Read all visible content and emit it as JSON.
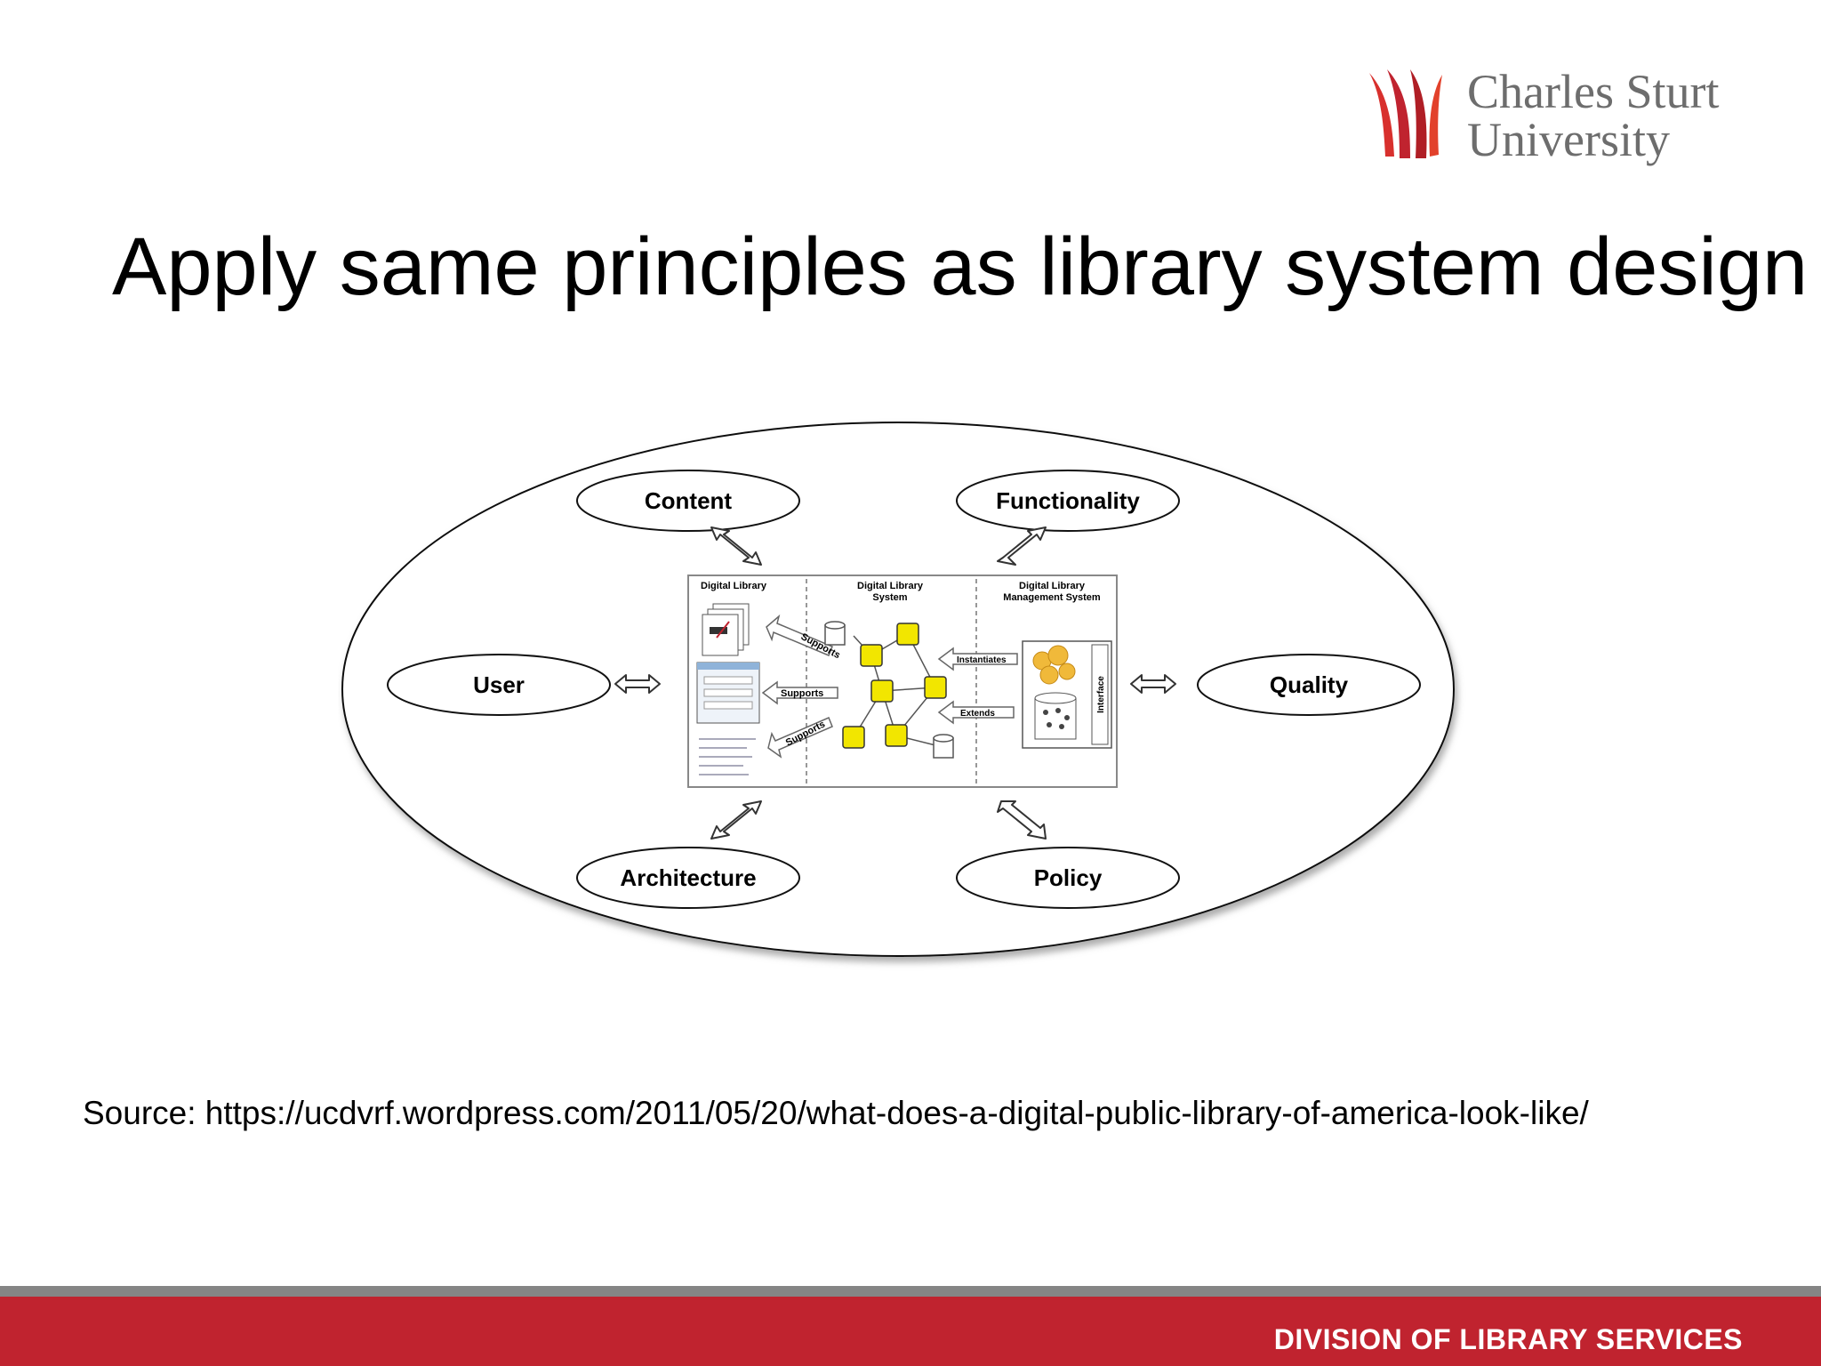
{
  "logo": {
    "line1": "Charles Sturt",
    "line2": "University"
  },
  "title": "Apply same principles as library system design",
  "diagram": {
    "nodes": {
      "content": "Content",
      "functionality": "Functionality",
      "user": "User",
      "quality": "Quality",
      "architecture": "Architecture",
      "policy": "Policy"
    },
    "center": {
      "col1": "Digital Library",
      "col2_line1": "Digital Library",
      "col2_line2": "System",
      "col3_line1": "Digital Library",
      "col3_line2": "Management System",
      "supports": "Supports",
      "instantiates": "Instantiates",
      "extends": "Extends",
      "interface": "Interface"
    }
  },
  "source": "Source: https://ucdvrf.wordpress.com/2011/05/20/what-does-a-digital-public-library-of-america-look-like/",
  "footer": {
    "label": "DIVISION OF LIBRARY SERVICES"
  },
  "colors": {
    "brand_red": "#c0232f",
    "footer_grey": "#858585",
    "node_yellow": "#f2e600"
  }
}
